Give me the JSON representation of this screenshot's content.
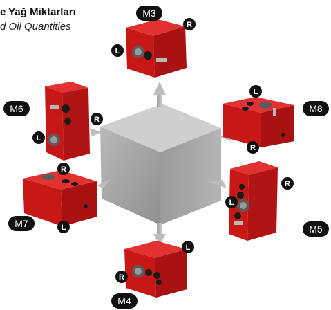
{
  "header": {
    "title": "e Yağ Miktarları",
    "subtitle": "d Oil Quantities"
  },
  "positions": [
    {
      "code": "M3",
      "side_a": "L",
      "side_b": "R"
    },
    {
      "code": "M6",
      "side_a": "L",
      "side_b": "R"
    },
    {
      "code": "M8",
      "side_a": "L",
      "side_b": "R"
    },
    {
      "code": "M7",
      "side_a": "L",
      "side_b": "R"
    },
    {
      "code": "M5",
      "side_a": "L",
      "side_b": "R"
    },
    {
      "code": "M4",
      "side_a": "L",
      "side_b": "R"
    }
  ],
  "colors": {
    "housing_red": "#d71a1a",
    "housing_dark": "#8e0d0d",
    "cube_gray": "#a6a6a6",
    "badge_black": "#111111"
  }
}
